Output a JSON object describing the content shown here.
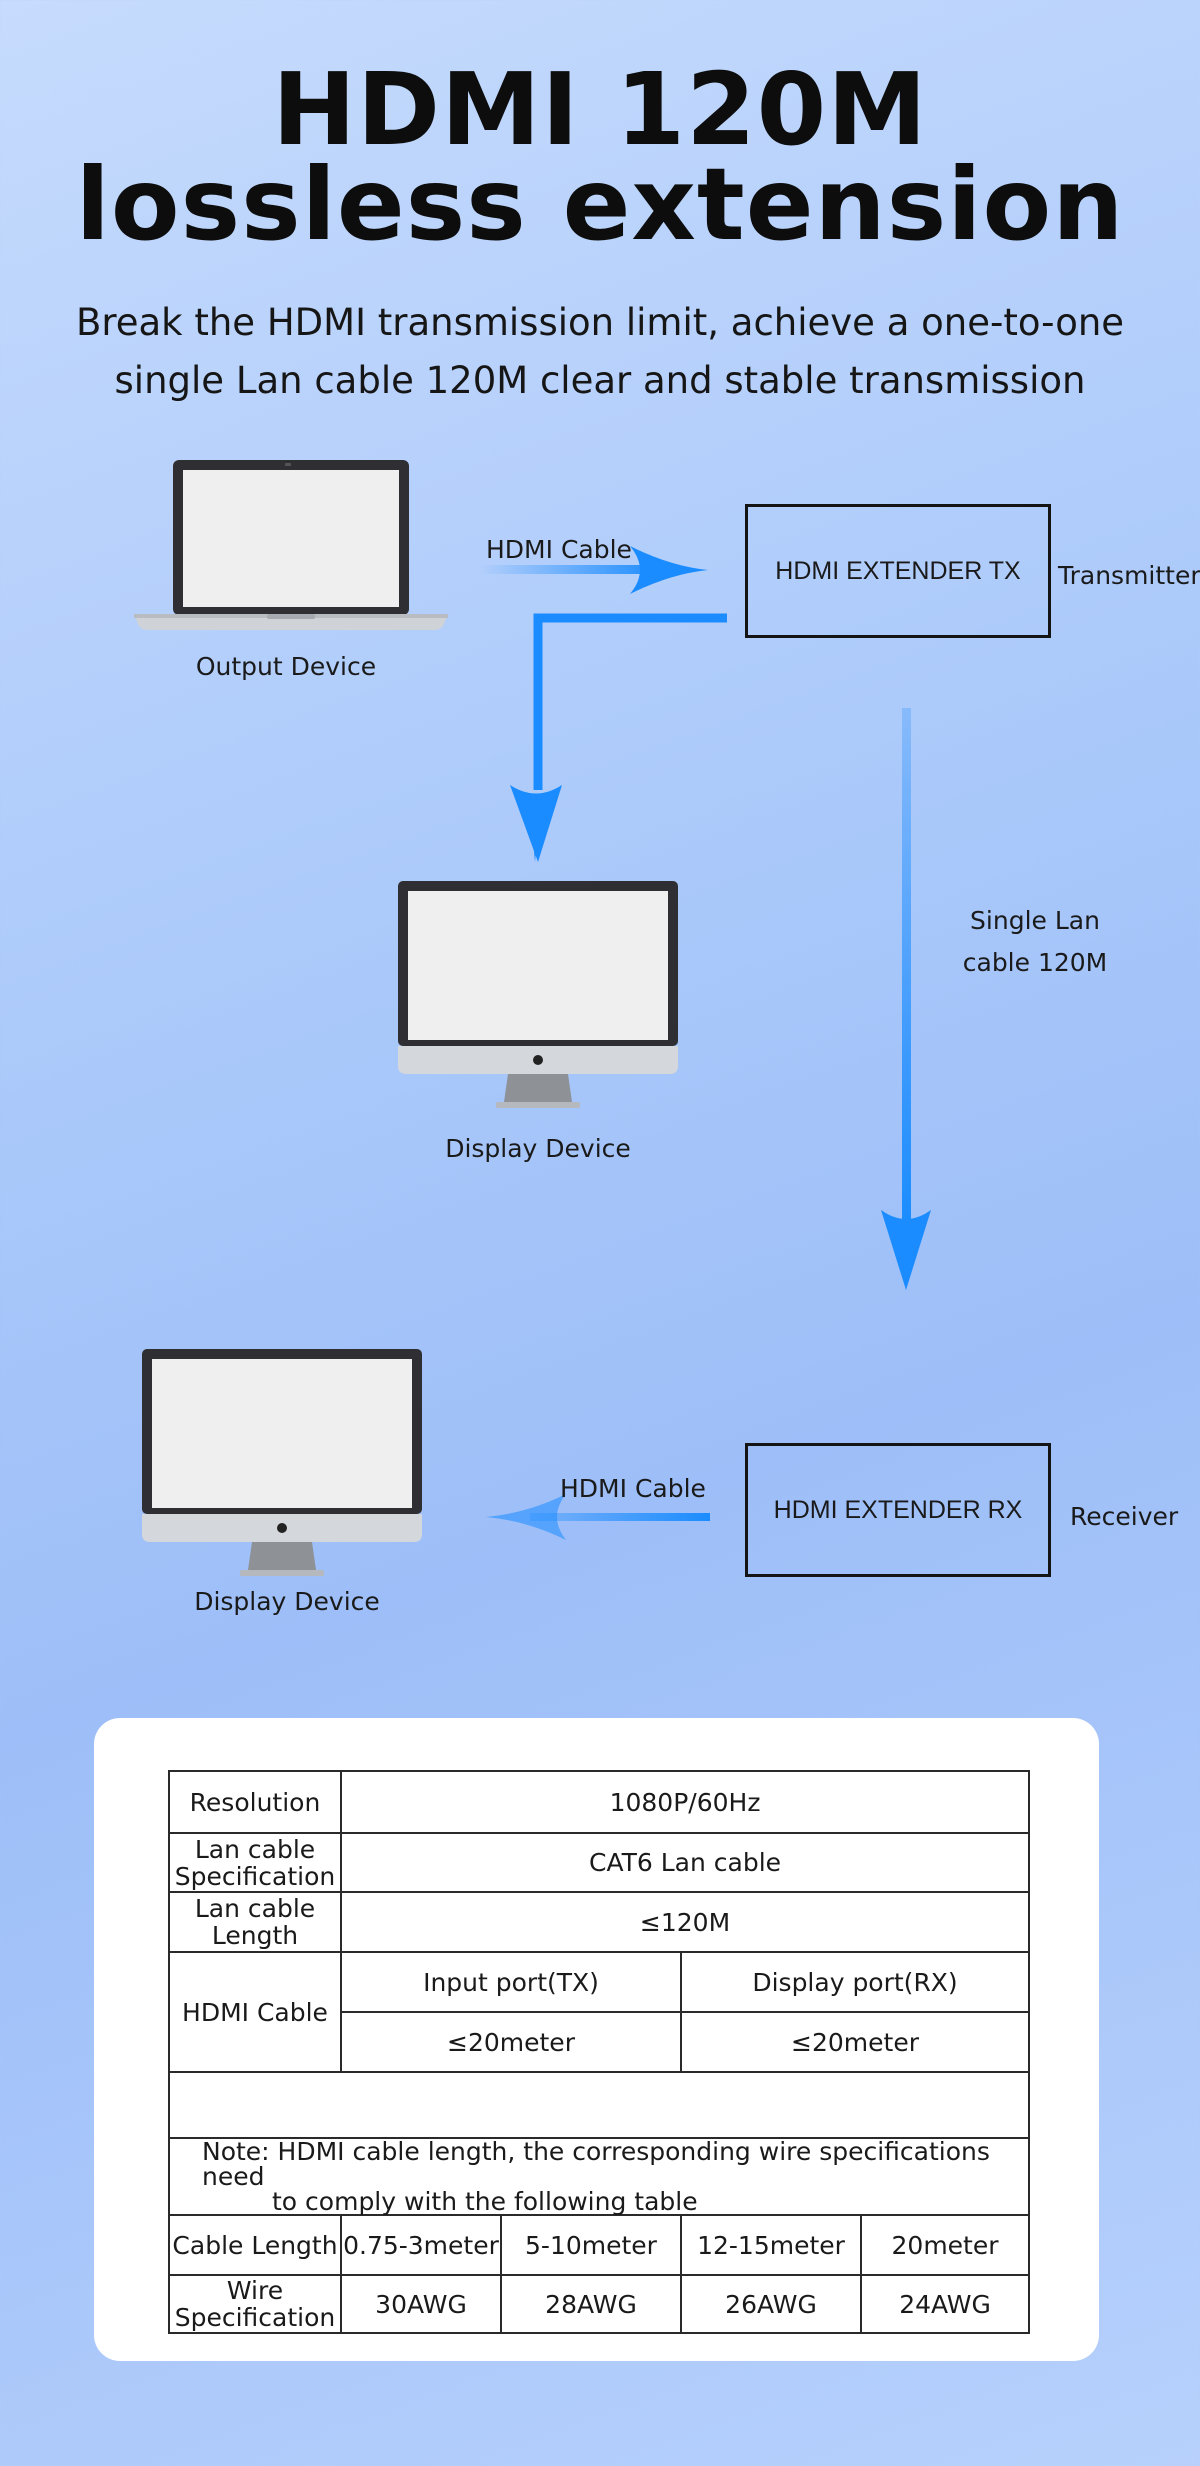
{
  "header": {
    "title_line1": "HDMI 120M",
    "title_line2": "lossless extension",
    "subtitle_line1": "Break the HDMI transmission limit, achieve a one-to-one",
    "subtitle_line2": "single Lan cable 120M clear and stable transmission"
  },
  "diagram": {
    "output_device_label": "Output Device",
    "hdmi_cable_label_top": "HDMI Cable",
    "tx_box_label": "HDMI EXTENDER TX",
    "transmitter_label": "Transmitter",
    "display_device_label_1": "Display Device",
    "lan_label_line1": "Single Lan",
    "lan_label_line2": "cable 120M",
    "rx_box_label": "HDMI EXTENDER RX",
    "receiver_label": "Receiver",
    "hdmi_cable_label_bottom": "HDMI Cable",
    "display_device_label_2": "Display Device",
    "arrow_color": "#1a8cff"
  },
  "spec_table": {
    "resolution_label": "Resolution",
    "resolution_value": "1080P/60Hz",
    "lan_spec_label_line1": "Lan cable",
    "lan_spec_label_line2": "Specification",
    "lan_spec_value": "CAT6 Lan cable",
    "lan_len_label_line1": "Lan cable",
    "lan_len_label_line2": "Length",
    "lan_len_value": "≤120M",
    "hdmi_label": "HDMI Cable",
    "input_port_label": "Input port(TX)",
    "display_port_label": "Display port(RX)",
    "input_port_value": "≤20meter",
    "display_port_value": "≤20meter",
    "note_line1": "Note: HDMI cable length, the corresponding wire specifications need",
    "note_line2": "to comply with the following table",
    "cable_length_label": "Cable Length",
    "cable_lengths": [
      "0.75-3meter",
      "5-10meter",
      "12-15meter",
      "20meter"
    ],
    "wire_spec_label_line1": "Wire",
    "wire_spec_label_line2": "Specification",
    "wire_specs": [
      "30AWG",
      "28AWG",
      "26AWG",
      "24AWG"
    ]
  }
}
